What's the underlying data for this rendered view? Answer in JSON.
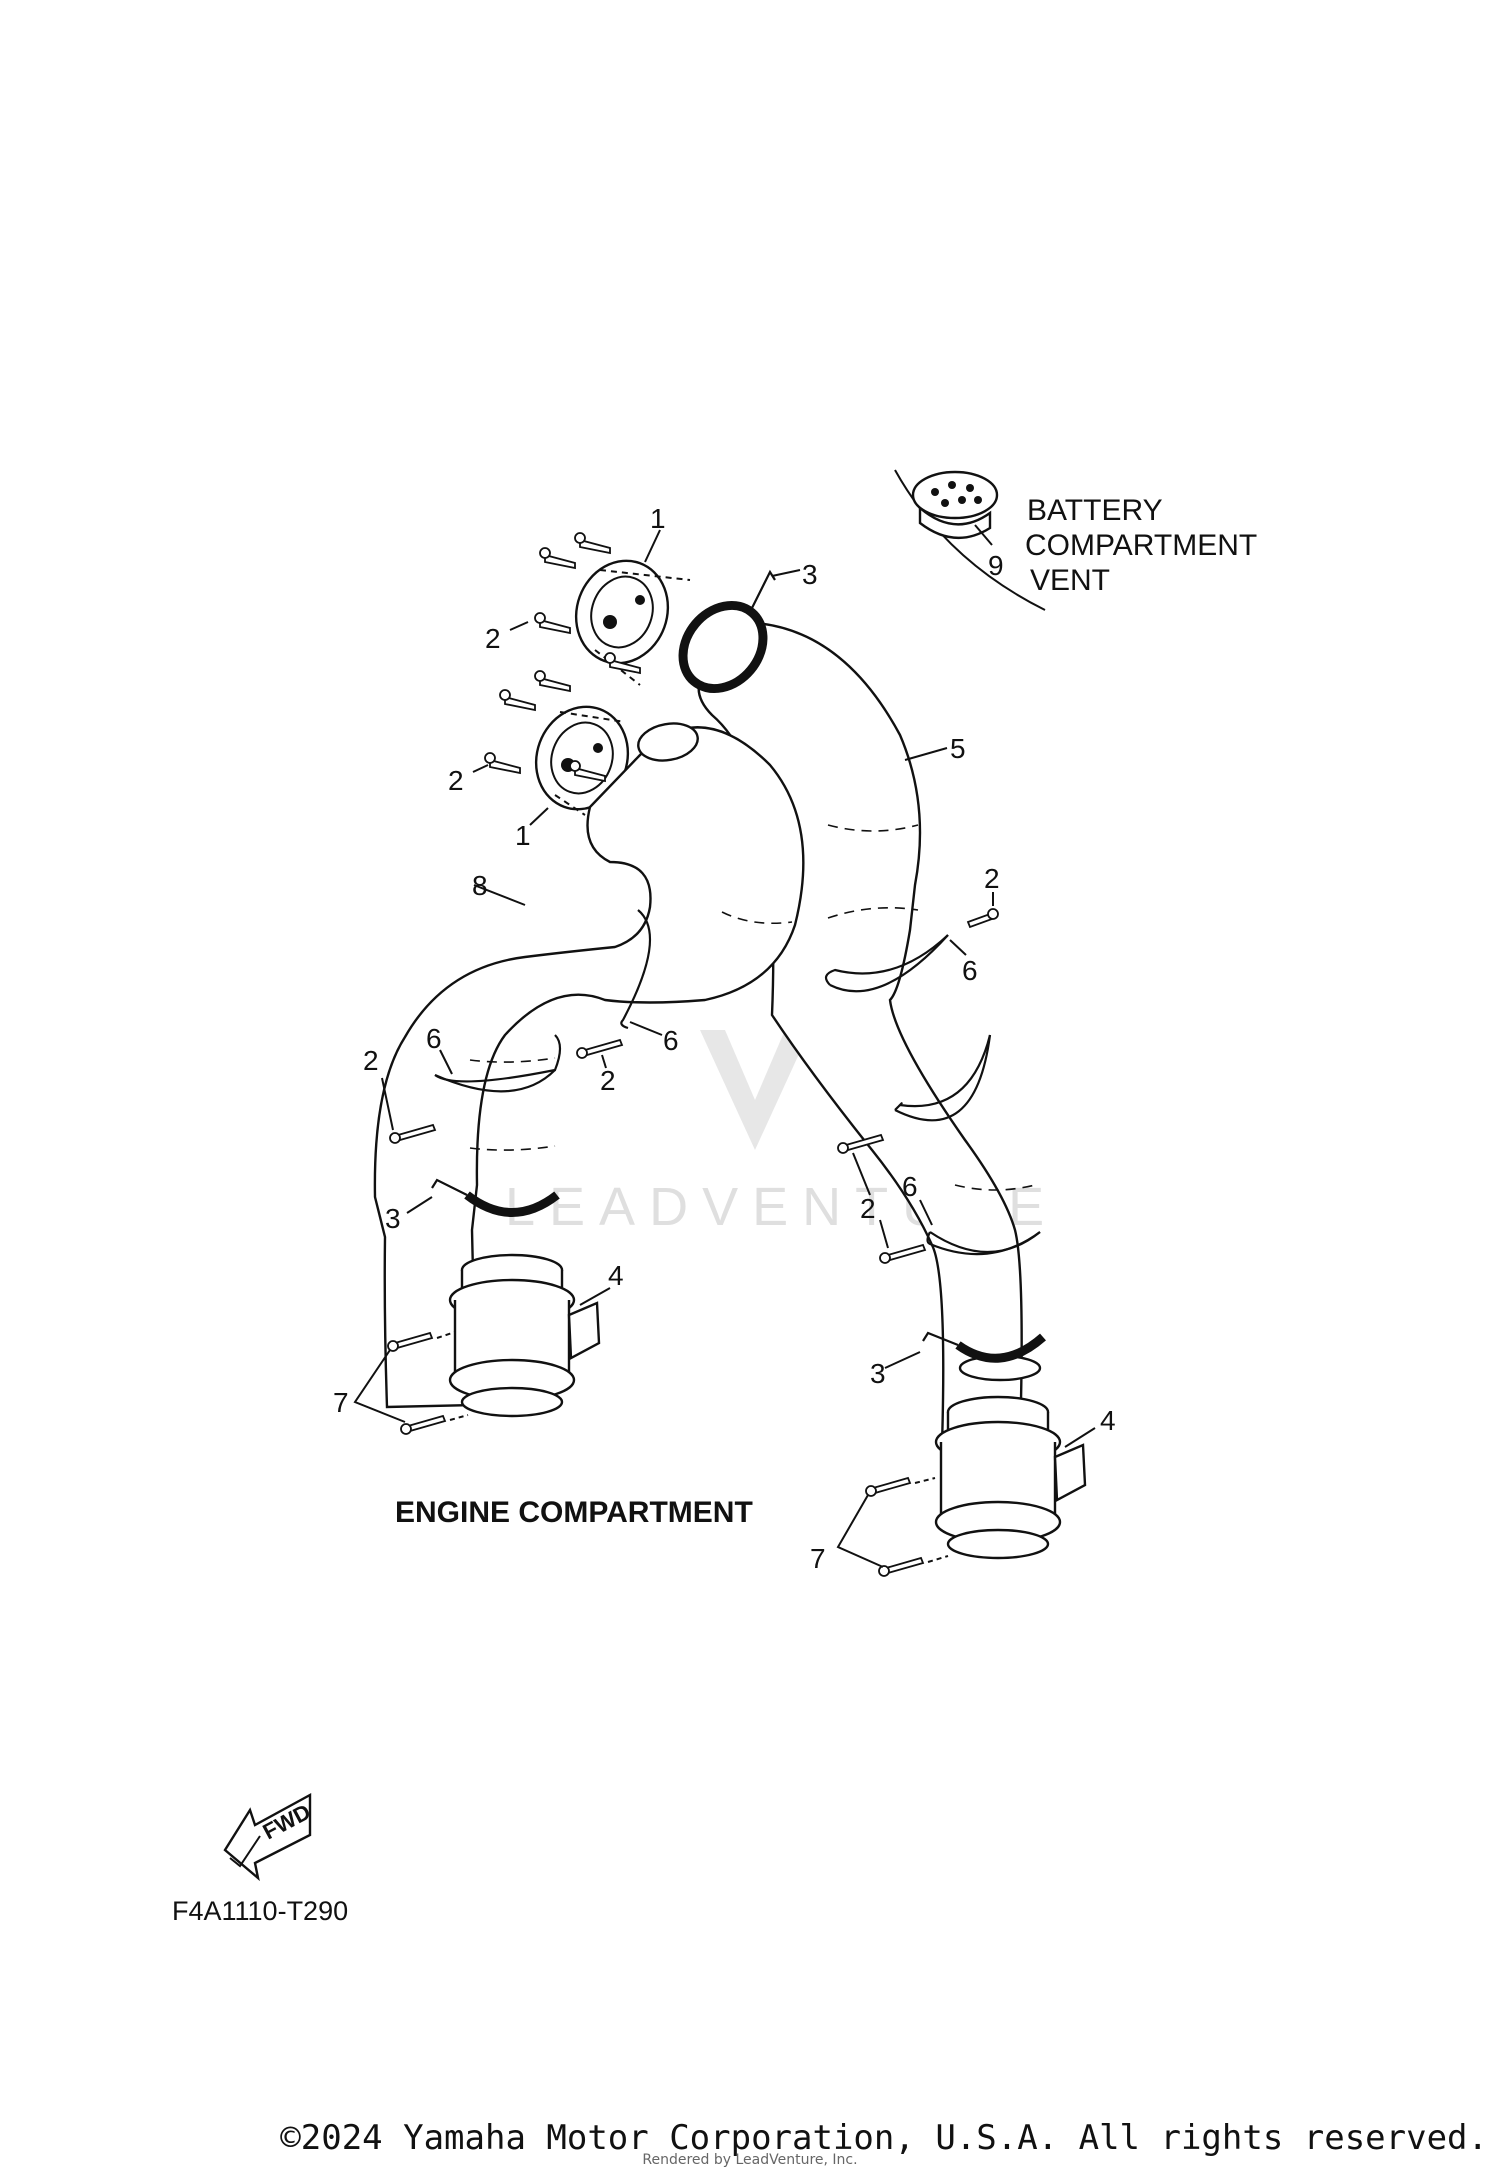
{
  "diagram": {
    "part_labels": {
      "p1_top": "1",
      "p1_bottom": "1",
      "p2_top": "2",
      "p2_mid": "2",
      "p2_right_top": "2",
      "p2_left": "2",
      "p2_center": "2",
      "p2_right_low": "2",
      "p3_top": "3",
      "p3_left": "3",
      "p3_right": "3",
      "p4_left": "4",
      "p4_right": "4",
      "p5": "5",
      "p6_right_top": "6",
      "p6_center": "6",
      "p6_left": "6",
      "p6_right_low": "6",
      "p7_left": "7",
      "p7_right": "7",
      "p8": "8",
      "p9": "9"
    },
    "battery_vent_caption": [
      "BATTERY",
      "COMPARTMENT",
      "VENT"
    ],
    "engine_compartment_caption": "ENGINE COMPARTMENT",
    "fwd_arrow_text": "FWD",
    "figure_code": "F4A1110-T290",
    "watermark_text": "LEADVENTURE"
  },
  "footer": {
    "copyright": "©2024 Yamaha Motor Corporation, U.S.A. All rights reserved.",
    "rendered_by": "Rendered by LeadVenture, Inc."
  }
}
